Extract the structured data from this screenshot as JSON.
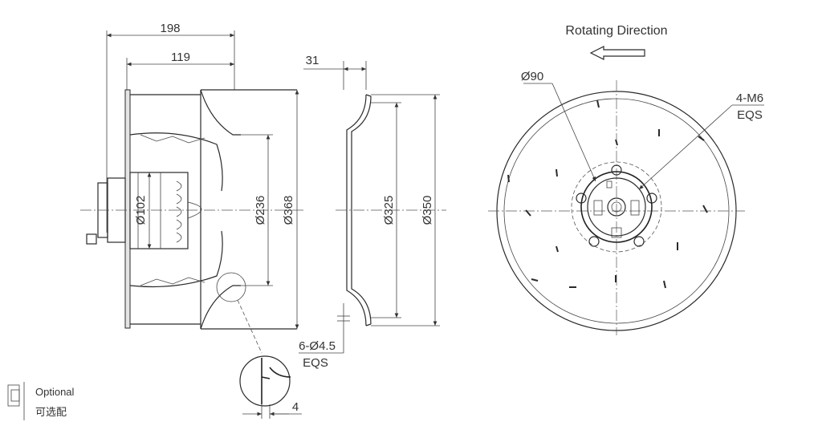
{
  "side_view": {
    "dim_overall_depth": "198",
    "dim_impeller_depth": "119",
    "dim_motor_diameter": "Ø102",
    "dim_inlet_diameter": "Ø236",
    "dim_outer_diameter": "Ø368"
  },
  "inlet_ring": {
    "dim_ring_depth": "31",
    "dim_ring_inner_diameter": "Ø325",
    "dim_ring_outer_diameter": "Ø350",
    "dim_mounting_holes": "6-Ø4.5",
    "dim_mounting_holes_note": "EQS",
    "dim_detail_gap": "4"
  },
  "front_view": {
    "rotation_label": "Rotating Direction",
    "dim_hub_diameter": "Ø90",
    "dim_threads": "4-M6",
    "dim_threads_note": "EQS"
  },
  "legend": {
    "optional_en": "Optional",
    "optional_cn": "可选配"
  }
}
